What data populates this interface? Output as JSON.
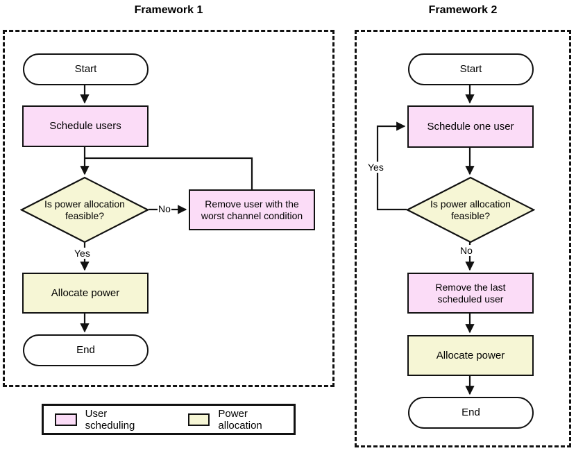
{
  "diagram": {
    "type": "flowchart",
    "frameworks": [
      {
        "title": "Framework 1",
        "nodes": [
          {
            "id": "f1-start",
            "label": "Start",
            "shape": "terminal",
            "fill": "white"
          },
          {
            "id": "f1-schedule",
            "label": "Schedule users",
            "shape": "process",
            "fill": "pink"
          },
          {
            "id": "f1-decision",
            "label": "Is power allocation feasible?",
            "shape": "decision",
            "fill": "yellow"
          },
          {
            "id": "f1-remove",
            "label": "Remove user with the worst channel condition",
            "shape": "process",
            "fill": "pink"
          },
          {
            "id": "f1-allocate",
            "label": "Allocate power",
            "shape": "process",
            "fill": "yellow"
          },
          {
            "id": "f1-end",
            "label": "End",
            "shape": "terminal",
            "fill": "white"
          }
        ],
        "edges": [
          {
            "from": "f1-start",
            "to": "f1-schedule",
            "label": ""
          },
          {
            "from": "f1-schedule",
            "to": "f1-decision",
            "label": ""
          },
          {
            "from": "f1-decision",
            "to": "f1-remove",
            "label": "No"
          },
          {
            "from": "f1-remove",
            "to": "f1-decision",
            "label": ""
          },
          {
            "from": "f1-decision",
            "to": "f1-allocate",
            "label": "Yes"
          },
          {
            "from": "f1-allocate",
            "to": "f1-end",
            "label": ""
          }
        ]
      },
      {
        "title": "Framework 2",
        "nodes": [
          {
            "id": "f2-start",
            "label": "Start",
            "shape": "terminal",
            "fill": "white"
          },
          {
            "id": "f2-schedule",
            "label": "Schedule one user",
            "shape": "process",
            "fill": "pink"
          },
          {
            "id": "f2-decision",
            "label": "Is power allocation feasible?",
            "shape": "decision",
            "fill": "yellow"
          },
          {
            "id": "f2-remove",
            "label": "Remove the last scheduled user",
            "shape": "process",
            "fill": "pink"
          },
          {
            "id": "f2-allocate",
            "label": "Allocate power",
            "shape": "process",
            "fill": "yellow"
          },
          {
            "id": "f2-end",
            "label": "End",
            "shape": "terminal",
            "fill": "white"
          }
        ],
        "edges": [
          {
            "from": "f2-start",
            "to": "f2-schedule",
            "label": ""
          },
          {
            "from": "f2-schedule",
            "to": "f2-decision",
            "label": ""
          },
          {
            "from": "f2-decision",
            "to": "f2-schedule",
            "label": "Yes"
          },
          {
            "from": "f2-decision",
            "to": "f2-remove",
            "label": "No"
          },
          {
            "from": "f2-remove",
            "to": "f2-allocate",
            "label": ""
          },
          {
            "from": "f2-allocate",
            "to": "f2-end",
            "label": ""
          }
        ]
      }
    ],
    "labels": {
      "f1_decision_line1": "Is power allocation",
      "f1_decision_line2": "feasible?",
      "f1_no": "No",
      "f1_yes": "Yes",
      "f1_remove_line1": "Remove user with the",
      "f1_remove_line2": "worst channel condition",
      "f2_decision_line1": "Is power allocation",
      "f2_decision_line2": "feasible?",
      "f2_yes": "Yes",
      "f2_no": "No",
      "f2_remove_line1": "Remove the last",
      "f2_remove_line2": "scheduled user"
    },
    "legend": {
      "items": [
        {
          "label": "User scheduling",
          "color": "#fbdcf7"
        },
        {
          "label": "Power allocation",
          "color": "#f6f6d5"
        }
      ]
    },
    "colors": {
      "user_scheduling_fill": "#fbdcf7",
      "power_allocation_fill": "#f6f6d5",
      "terminal_fill": "#ffffff",
      "stroke": "#111111"
    }
  }
}
